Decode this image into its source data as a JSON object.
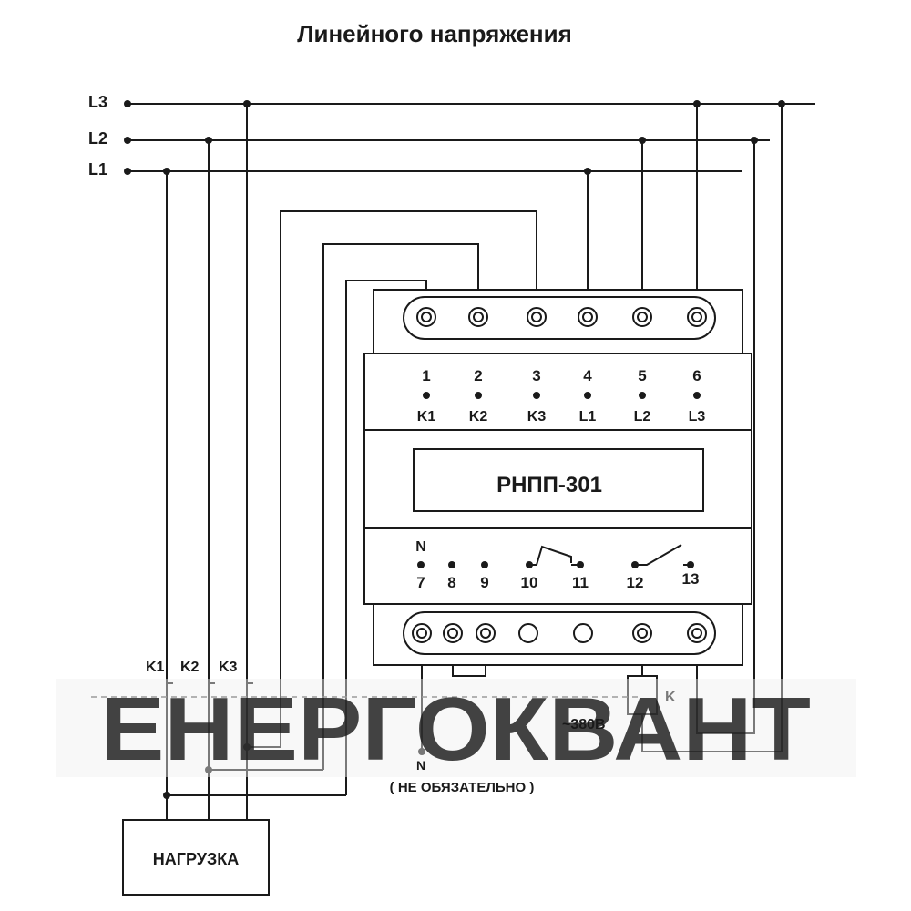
{
  "title": "Линейного напряжения",
  "lines": {
    "l3": "L3",
    "l2": "L2",
    "l1": "L1"
  },
  "device": {
    "name": "РНПП-301",
    "top_terminals": [
      {
        "num": "1",
        "label": "K1"
      },
      {
        "num": "2",
        "label": "K2"
      },
      {
        "num": "3",
        "label": "K3"
      },
      {
        "num": "4",
        "label": "L1"
      },
      {
        "num": "5",
        "label": "L2"
      },
      {
        "num": "6",
        "label": "L3"
      }
    ],
    "bottom_n": "N",
    "bottom_terminals": [
      "7",
      "8",
      "9",
      "10",
      "11",
      "12",
      "13"
    ]
  },
  "contacts": {
    "k1": "K1",
    "k2": "K2",
    "k3": "K3"
  },
  "coil_label": "K",
  "voltage": "~380В",
  "neutral": "N",
  "optional": "( НЕ ОБЯЗАТЕЛЬНО )",
  "load": "НАГРУЗКА",
  "watermark": "ЕНЕРГОКВАНТ",
  "colors": {
    "watermark": "#3b7fa3",
    "wires": "#1a1a1a",
    "band": "#f0f0f0"
  }
}
